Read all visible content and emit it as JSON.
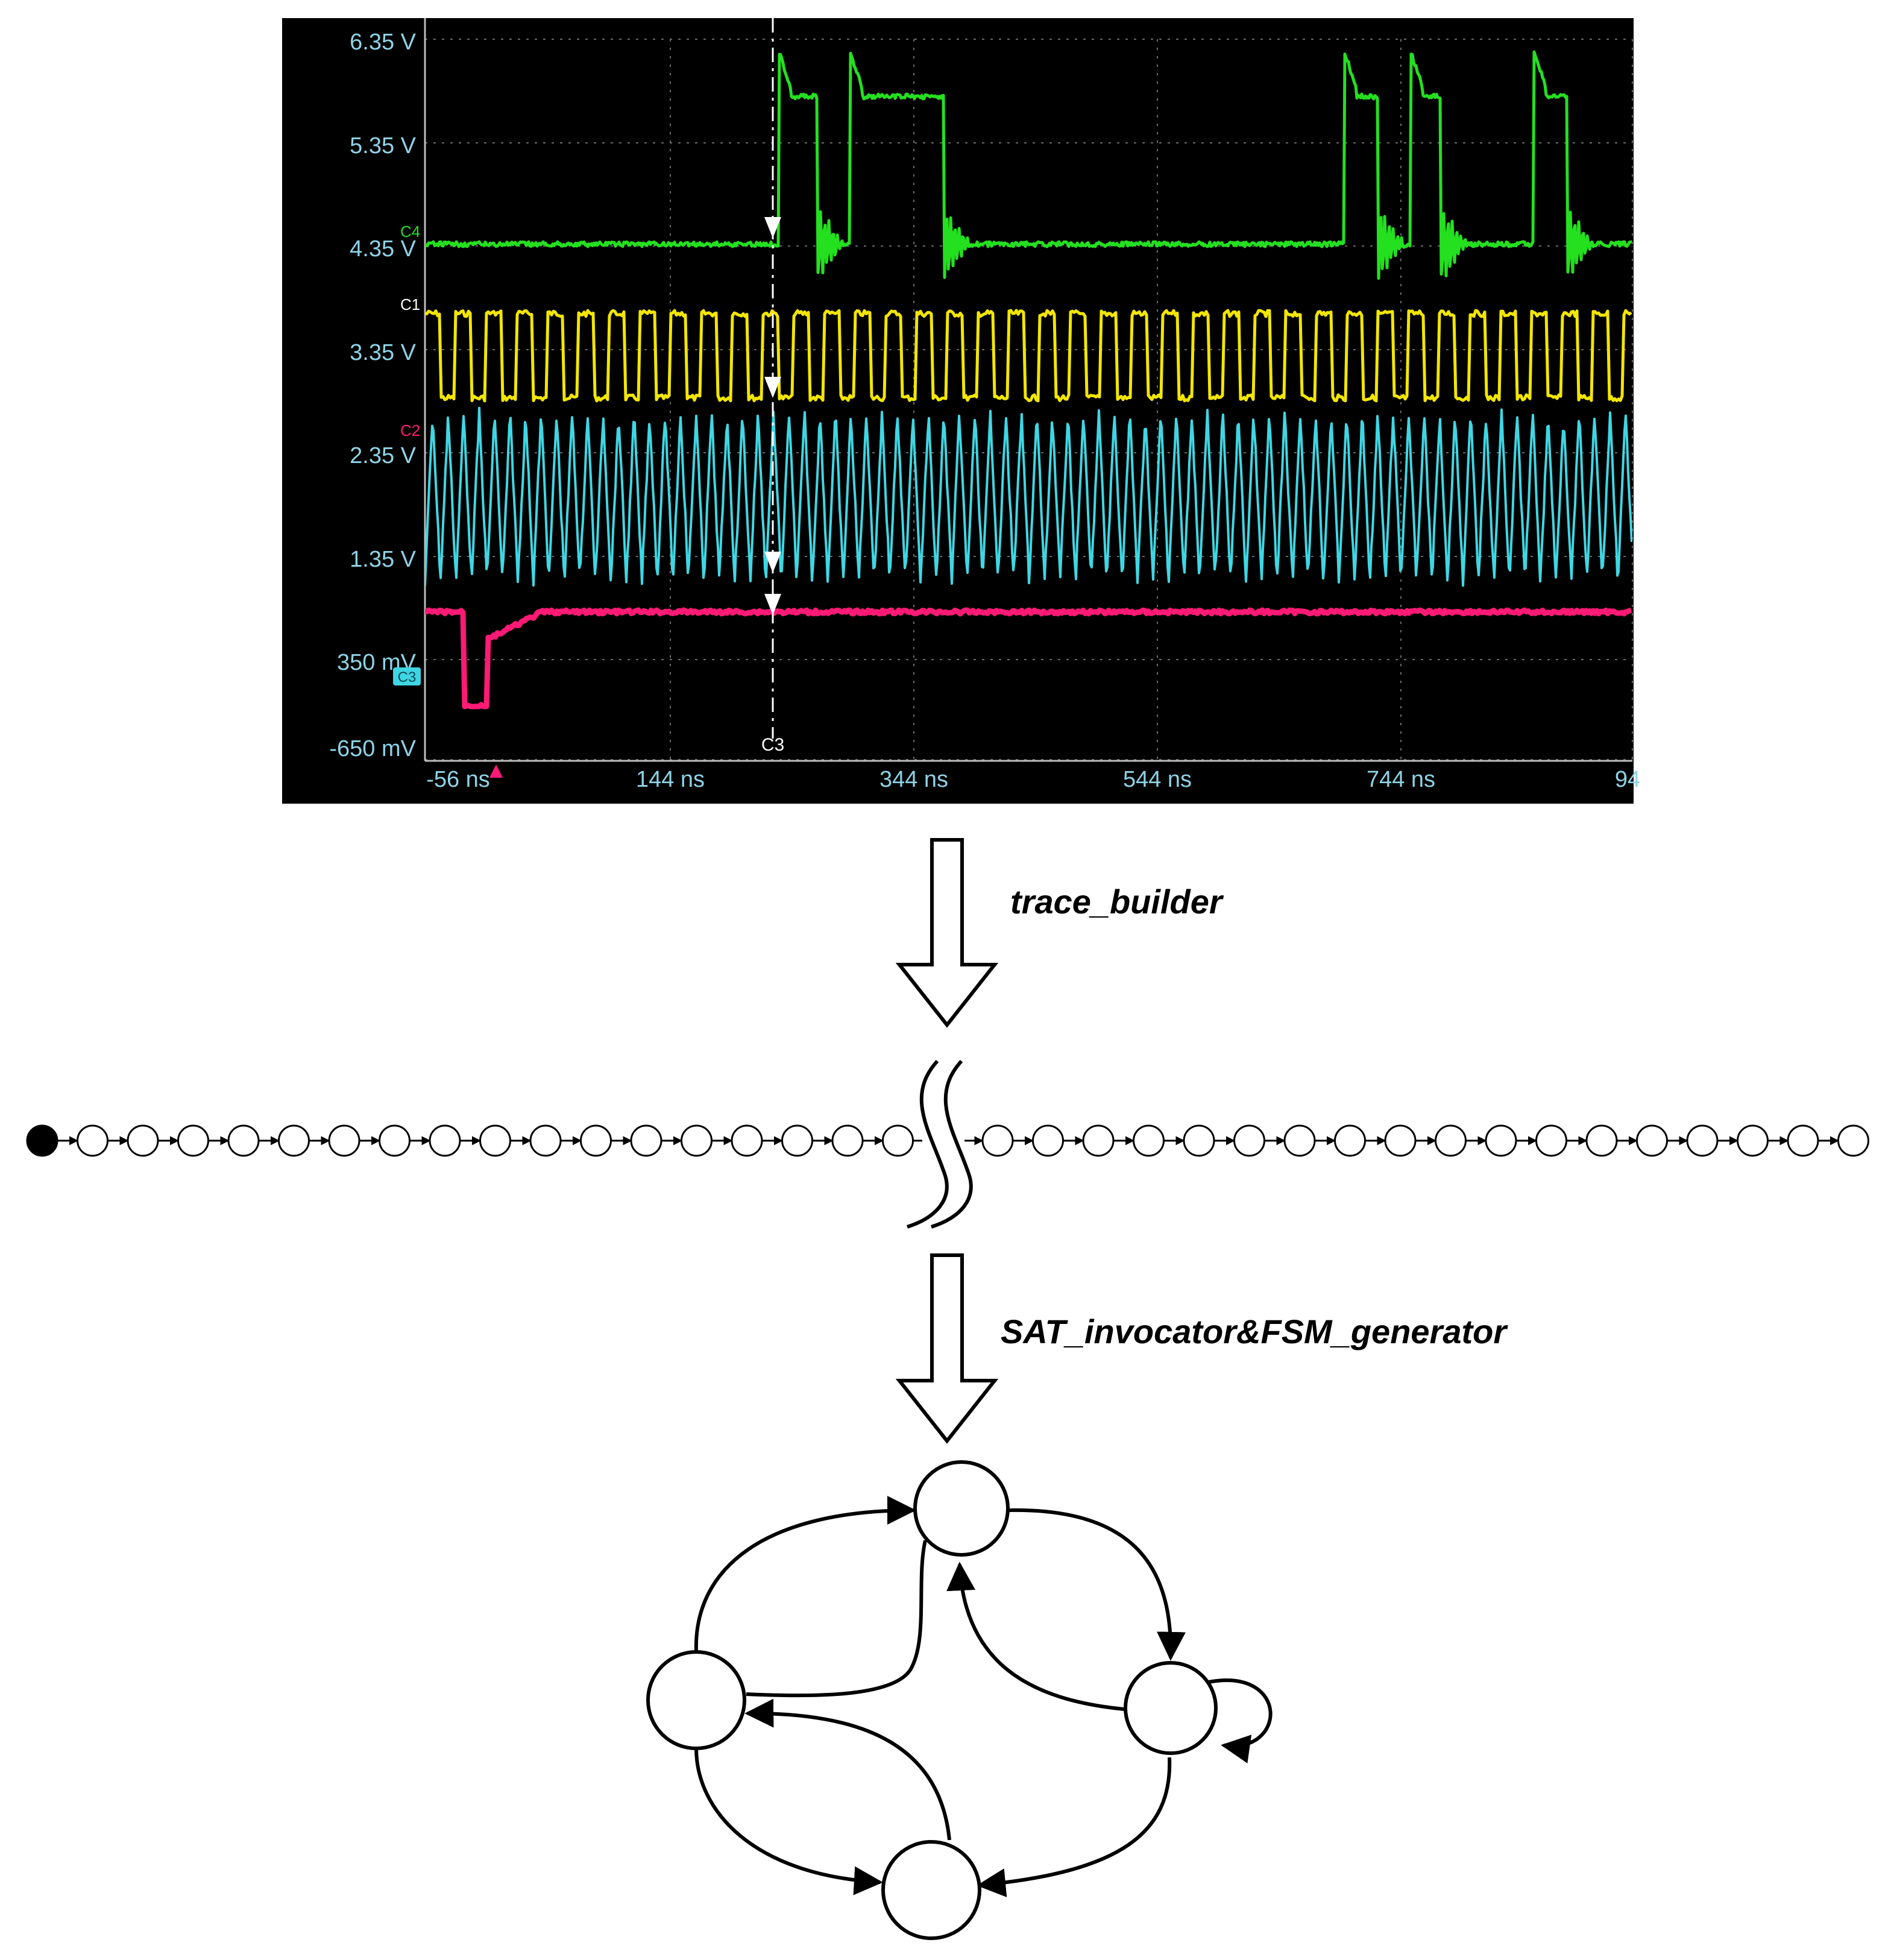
{
  "oscilloscope": {
    "y_tick_labels": [
      "6.35 V",
      "5.35 V",
      "4.35 V",
      "3.35 V",
      "2.35 V",
      "1.35 V",
      "350 mV",
      "-650 mV"
    ],
    "x_tick_labels": [
      "-56 ns",
      "144 ns",
      "344 ns",
      "544 ns",
      "744 ns",
      "94"
    ],
    "channel_markers": [
      "C4",
      "C1",
      "C2",
      "C3"
    ],
    "cursor_label": "C3",
    "colors": {
      "background": "#000000",
      "grid": "#6b6b6b",
      "axis_text": "#8fd3e6",
      "C1": "#f2e600",
      "C2": "#ff1a75",
      "C3": "#3fd6e3",
      "C4": "#24e01f",
      "cursor": "#ffffff"
    }
  },
  "arrows": [
    {
      "label": "trace_builder"
    },
    {
      "label": "SAT_invocator&FSM_generator"
    }
  ],
  "trace": {
    "left_node_count": 18,
    "right_node_count": 18,
    "start_node": "filled"
  },
  "fsm": {
    "state_count": 4,
    "transition_count": 8
  }
}
